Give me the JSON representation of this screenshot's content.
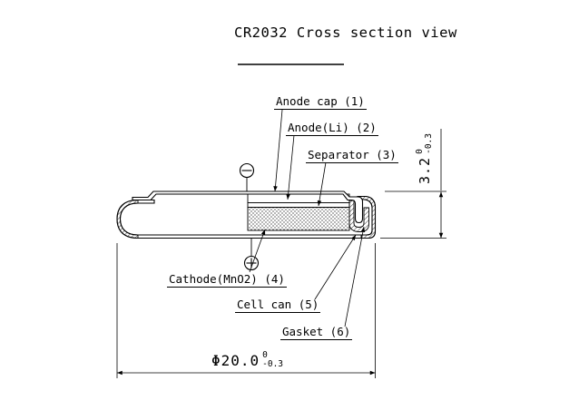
{
  "title": "CR2032 Cross section view",
  "labels": {
    "anode_cap": "Anode cap (1)",
    "anode_li": "Anode(Li) (2)",
    "separator": "Separator (3)",
    "cathode": "Cathode(MnO2) (4)",
    "cell_can": "Cell can (5)",
    "gasket": "Gasket (6)"
  },
  "dimensions": {
    "height": {
      "value": "3.2",
      "tolerance_upper": "0",
      "tolerance_lower": "-0.3"
    },
    "diameter": {
      "value": "Φ20.0",
      "tolerance_upper": "0",
      "tolerance_lower": "-0.3"
    }
  },
  "icons": {
    "negative_terminal": "circle-minus",
    "positive_terminal": "circle-plus"
  },
  "colors": {
    "line": "#000000",
    "background": "#ffffff"
  }
}
